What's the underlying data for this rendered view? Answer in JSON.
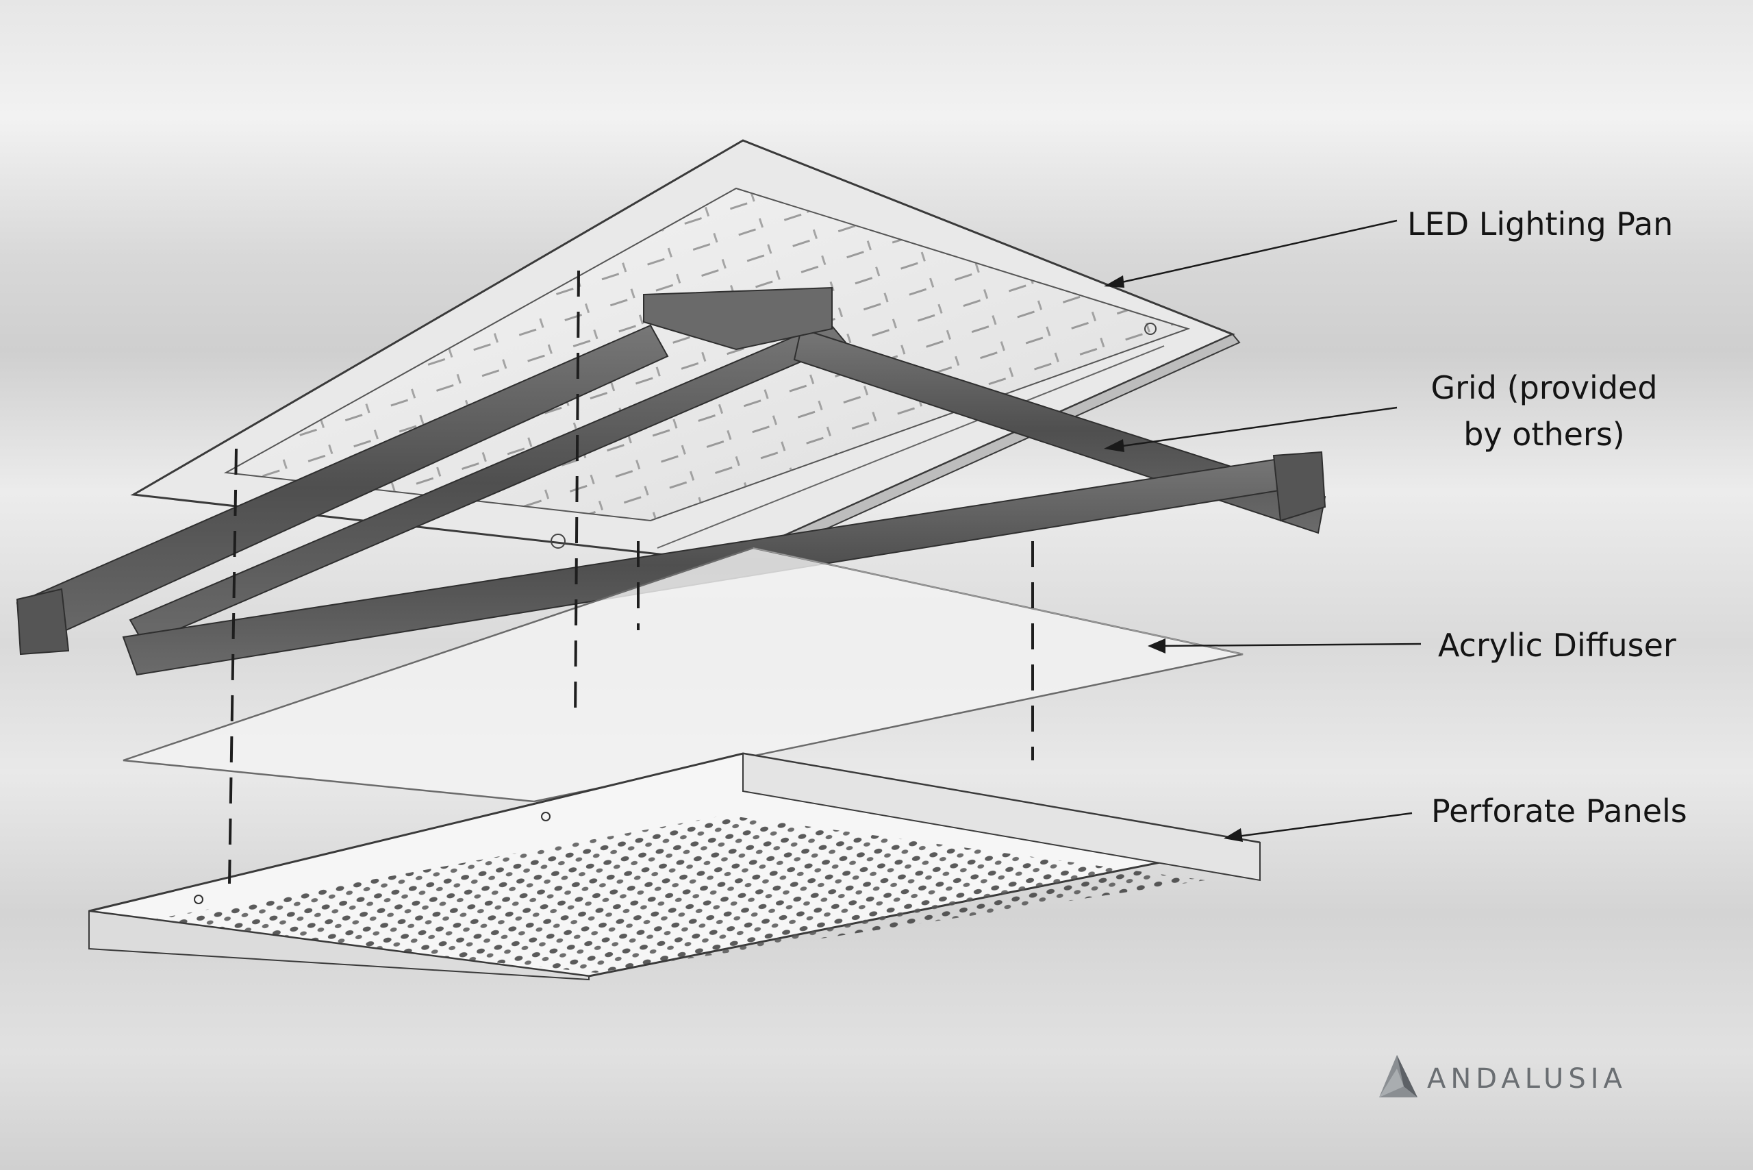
{
  "callouts": {
    "led_pan": "LED Lighting Pan",
    "grid_line1": "Grid (provided",
    "grid_line2": "by others)",
    "diffuser": "Acrylic Diffuser",
    "perforate": "Perforate Panels"
  },
  "brand": {
    "name": "ANDALUSIA"
  },
  "colors": {
    "background": "#dcdcdc",
    "grid_rail": "#5c5c5c",
    "outline": "#3a3a3a",
    "text": "#141414",
    "brand": "#6a6e72"
  }
}
